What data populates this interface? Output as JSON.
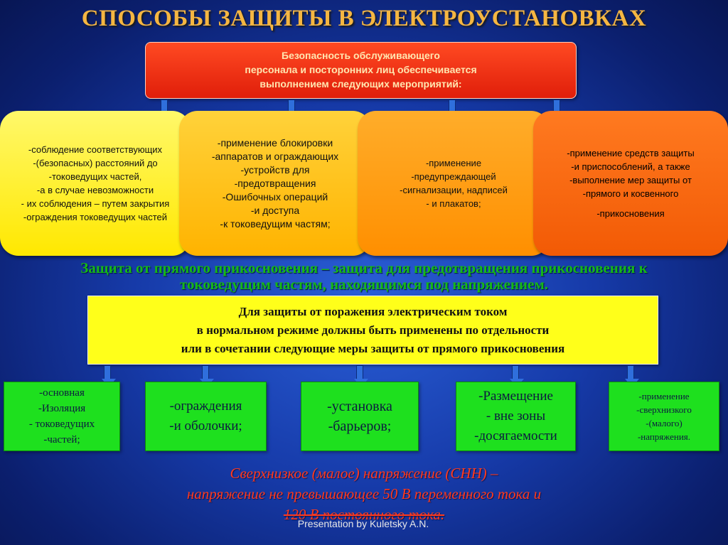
{
  "title": "СПОСОБЫ ЗАЩИТЫ В ЭЛЕКТРОУСТАНОВКАХ",
  "top_box": {
    "lines": [
      "Безопасность обслуживающего",
      "персонала и посторонних лиц обеспечивается",
      "выполнением следующих мероприятий:"
    ]
  },
  "cards": [
    {
      "lines": [
        "-соблюдение соответствующих",
        "-(безопасных) расстояний до",
        "-токоведущих частей,",
        "-а в случае невозможности",
        "- их соблюдения – путем закрытия",
        "-ограждения токоведущих частей"
      ]
    },
    {
      "lines": [
        "-применение блокировки",
        "-аппаратов и ограждающих",
        "-устройств для",
        "-предотвращения",
        "-Ошибочных операций",
        "-и  доступа",
        "-к токоведущим частям;"
      ]
    },
    {
      "lines": [
        "-применение",
        "-предупреждающей",
        "-сигнализации, надписей",
        "- и плакатов;"
      ]
    },
    {
      "lines": [
        "-применение средств защиты",
        "-и приспособлений, а также",
        "-выполнение мер защиты от",
        "-прямого и косвенного"
      ],
      "last_line": "-прикосновения"
    }
  ],
  "definition": {
    "line1": "Защита от прямого прикосновения – защита для предотвращения прикосновения к",
    "line2": "токоведущим частям, находящимся под напряжением."
  },
  "yellow_box": {
    "lines": [
      "Для защиты от поражения электрическим током",
      "в нормальном режиме должны быть применены по отдельности",
      "или в сочетании следующие меры защиты от прямого прикосновения"
    ]
  },
  "measures": [
    {
      "lines": [
        "-основная",
        "-Изоляция",
        "- токоведущих",
        "-частей;"
      ]
    },
    {
      "lines": [
        "-ограждения",
        "-и оболочки;"
      ]
    },
    {
      "lines": [
        "-установка",
        "-барьеров;"
      ]
    },
    {
      "lines": [
        "-Размещение",
        "- вне зоны",
        "-досягаемости"
      ]
    },
    {
      "lines": [
        "-применение",
        "-сверхнизкого",
        "-(малого)",
        "-напряжения."
      ]
    }
  ],
  "snn_note": {
    "line1": "Сверхнизкое (малое) напряжение (СНН) –",
    "line2": "напряжение не превышающее 50 В переменного тока и",
    "line3": "120 В постоянного тока."
  },
  "footer": "Presentation by Kuletsky A.N.",
  "colors": {
    "title": "#f5b642",
    "top_box": "#ff3a1a",
    "card_yellow": "#ffee00",
    "card_gold": "#ffc21a",
    "card_orange": "#ff9a10",
    "card_red_orange": "#f86812",
    "definition_text": "#16b816",
    "yellow_box": "#ffff1a",
    "measure_box": "#1ee01e",
    "snn_text": "#ff3a1e",
    "arrow": "#2f6fdc"
  }
}
